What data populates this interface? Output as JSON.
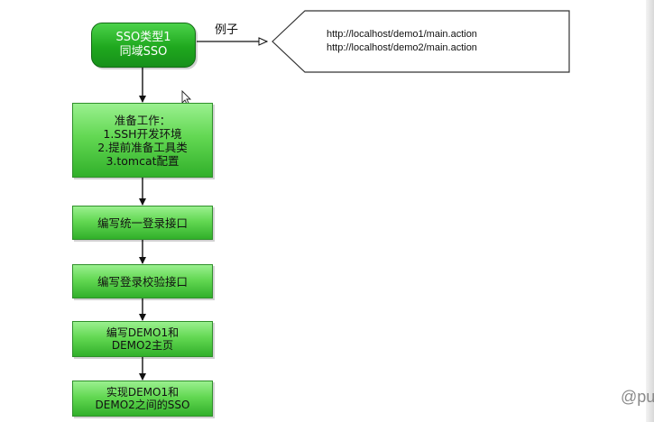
{
  "start": {
    "line1": "SSO类型1",
    "line2": "同域SSO"
  },
  "example": {
    "label": "例子",
    "urls": [
      "http://localhost/demo1/main.action",
      "http://localhost/demo2/main.action"
    ]
  },
  "prep": {
    "title": "准备工作：",
    "items": [
      "1.SSH开发环境",
      "2.提前准备工具类",
      "3.tomcat配置"
    ]
  },
  "steps": [
    {
      "line1": "编写统一登录接口",
      "line2": ""
    },
    {
      "line1": "编写登录校验接口",
      "line2": ""
    },
    {
      "line1": "编写DEMO1和",
      "line2": "DEMO2主页"
    },
    {
      "line1": "实现DEMO1和",
      "line2": "DEMO2之间的SSO"
    }
  ],
  "watermark": "@pu",
  "colors": {
    "node_green": "#63d853",
    "start_green": "#1fa81e",
    "arrow": "#111111"
  }
}
